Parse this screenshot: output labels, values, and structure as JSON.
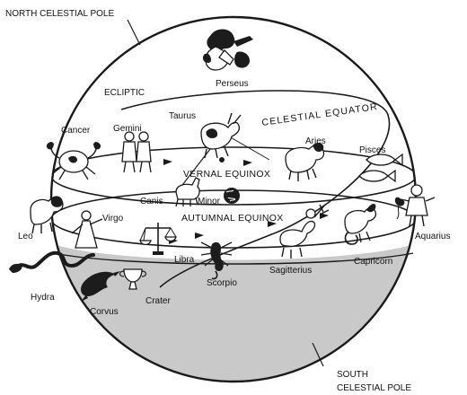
{
  "poles": {
    "north": "NORTH CELESTIAL POLE",
    "south_line1": "SOUTH",
    "south_line2": "CELESTIAL POLE"
  },
  "circles": {
    "ecliptic": "ECLIPTIC",
    "celestial_equator": "CELESTIAL  EQUATOR",
    "vernal_equinox": "VERNAL EQUINOX",
    "autumnal_equinox": "AUTUMNAL EQUINOX"
  },
  "constellations": {
    "perseus": "Perseus",
    "taurus": "Taurus",
    "gemini": "Gemini",
    "cancer": "Cancer",
    "aries": "Aries",
    "pisces": "Pisces",
    "canis": "Canis",
    "minor": "Minor",
    "leo": "Leo",
    "virgo": "Virgo",
    "libra": "Libra",
    "aquarius": "Aquarius",
    "capricorn": "Capricorn",
    "sagitterius": "Sagitterius",
    "scorpio": "Scorpio",
    "hydra": "Hydra",
    "crater": "Crater",
    "corvus": "Corvus"
  },
  "colors": {
    "southern_hemisphere": "#c9c9c9",
    "ink": "#1a1a1a",
    "background": "#ffffff"
  }
}
